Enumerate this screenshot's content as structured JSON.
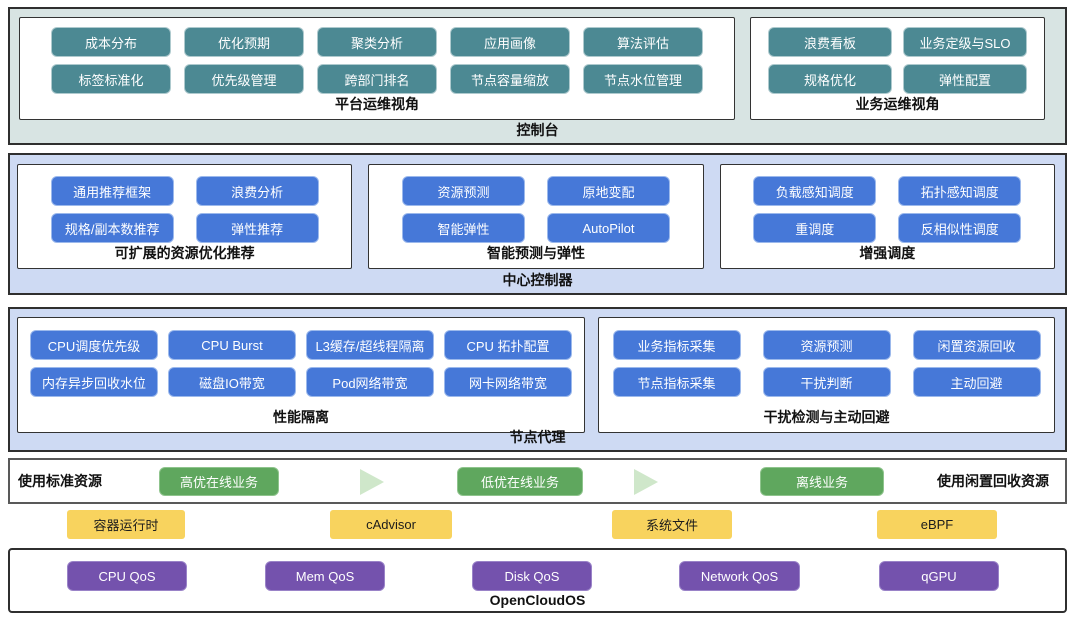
{
  "console": {
    "title": "控制台",
    "platform": {
      "label": "平台运维视角",
      "buttons": [
        "成本分布",
        "优化预期",
        "聚类分析",
        "应用画像",
        "算法评估",
        "标签标准化",
        "优先级管理",
        "跨部门排名",
        "节点容量缩放",
        "节点水位管理"
      ]
    },
    "business": {
      "label": "业务运维视角",
      "buttons": [
        "浪费看板",
        "业务定级与SLO",
        "规格优化",
        "弹性配置"
      ]
    }
  },
  "controller": {
    "title": "中心控制器",
    "groups": [
      {
        "label": "可扩展的资源优化推荐",
        "buttons": [
          "通用推荐框架",
          "浪费分析",
          "规格/副本数推荐",
          "弹性推荐"
        ]
      },
      {
        "label": "智能预测与弹性",
        "buttons": [
          "资源预测",
          "原地变配",
          "智能弹性",
          "AutoPilot"
        ]
      },
      {
        "label": "增强调度",
        "buttons": [
          "负载感知调度",
          "拓扑感知调度",
          "重调度",
          "反相似性调度"
        ]
      }
    ]
  },
  "agent": {
    "title": "节点代理",
    "groups": [
      {
        "label": "性能隔离",
        "buttons": [
          "CPU调度优先级",
          "CPU Burst",
          "L3缓存/超线程隔离",
          "CPU 拓扑配置",
          "内存异步回收水位",
          "磁盘IO带宽",
          "Pod网络带宽",
          "网卡网络带宽"
        ]
      },
      {
        "label": "干扰检测与主动回避",
        "buttons": [
          "业务指标采集",
          "资源预测",
          "闲置资源回收",
          "节点指标采集",
          "干扰判断",
          "主动回避"
        ]
      }
    ]
  },
  "workload": {
    "left_label": "使用标准资源",
    "right_label": "使用闲置回收资源",
    "stages": [
      "高优在线业务",
      "低优在线业务",
      "离线业务"
    ]
  },
  "collectors": [
    "容器运行时",
    "cAdvisor",
    "系统文件",
    "eBPF"
  ],
  "os": {
    "title": "OpenCloudOS",
    "buttons": [
      "CPU QoS",
      "Mem QoS",
      "Disk QoS",
      "Network QoS",
      "qGPU"
    ]
  },
  "colors": {
    "teal_chip": "#4C8993",
    "blue_chip": "#4678D8",
    "green_chip": "#5FA75E",
    "arrow": "#CFE7CA",
    "yellow_chip": "#F8D35E",
    "purple_chip": "#7452AD",
    "console_bg": "#D8E4E3",
    "controller_bg": "#CEDAF3",
    "panel_bg": "#FFFFFF",
    "border": "#2F2F2F"
  }
}
